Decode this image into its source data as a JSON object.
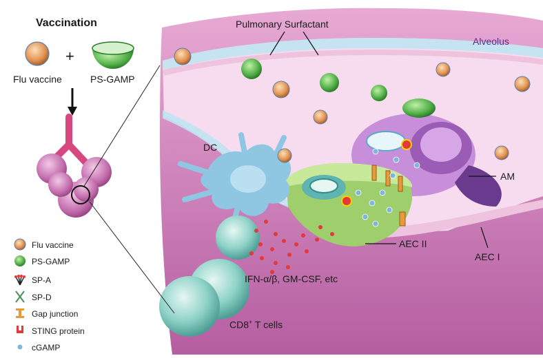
{
  "vaccination": {
    "title": "Vaccination",
    "plus": "+",
    "flu_label": "Flu vaccine",
    "psgamp_label": "PS-GAMP"
  },
  "labels": {
    "pulmonary_surfactant": "Pulmonary Surfactant",
    "alveolus": "Alveolus",
    "dc": "DC",
    "am": "AM",
    "aec2": "AEC II",
    "aec1": "AEC I",
    "cytokines": "IFN-α/β, GM-CSF, etc",
    "cd8_main": "CD8",
    "cd8_sup": "+",
    "cd8_rest": " T cells"
  },
  "legend": [
    {
      "icon": "flu-vaccine-icon",
      "label": "Flu vaccine"
    },
    {
      "icon": "ps-gamp-icon",
      "label": "PS-GAMP"
    },
    {
      "icon": "sp-a-icon",
      "label": "SP-A"
    },
    {
      "icon": "sp-d-icon",
      "label": "SP-D"
    },
    {
      "icon": "gap-junction-icon",
      "label": "Gap junction"
    },
    {
      "icon": "sting-protein-icon",
      "label": "STING protein"
    },
    {
      "icon": "cgamp-icon",
      "label": "cGAMP"
    }
  ],
  "colors": {
    "tissue": "#d88ec2",
    "tissue_dark": "#b564a3",
    "alveolar_space": "#f6dcef",
    "surfactant": "#bfe3f0",
    "aec2": "#9fcf6c",
    "am": "#c48ad8",
    "dc": "#8fc7e3",
    "tcell": "#8fd3c8",
    "virus_core": "#e39a63",
    "psgamp": "#56b04b",
    "cytokine": "#e2393a",
    "cgamp": "#7fb6db"
  }
}
